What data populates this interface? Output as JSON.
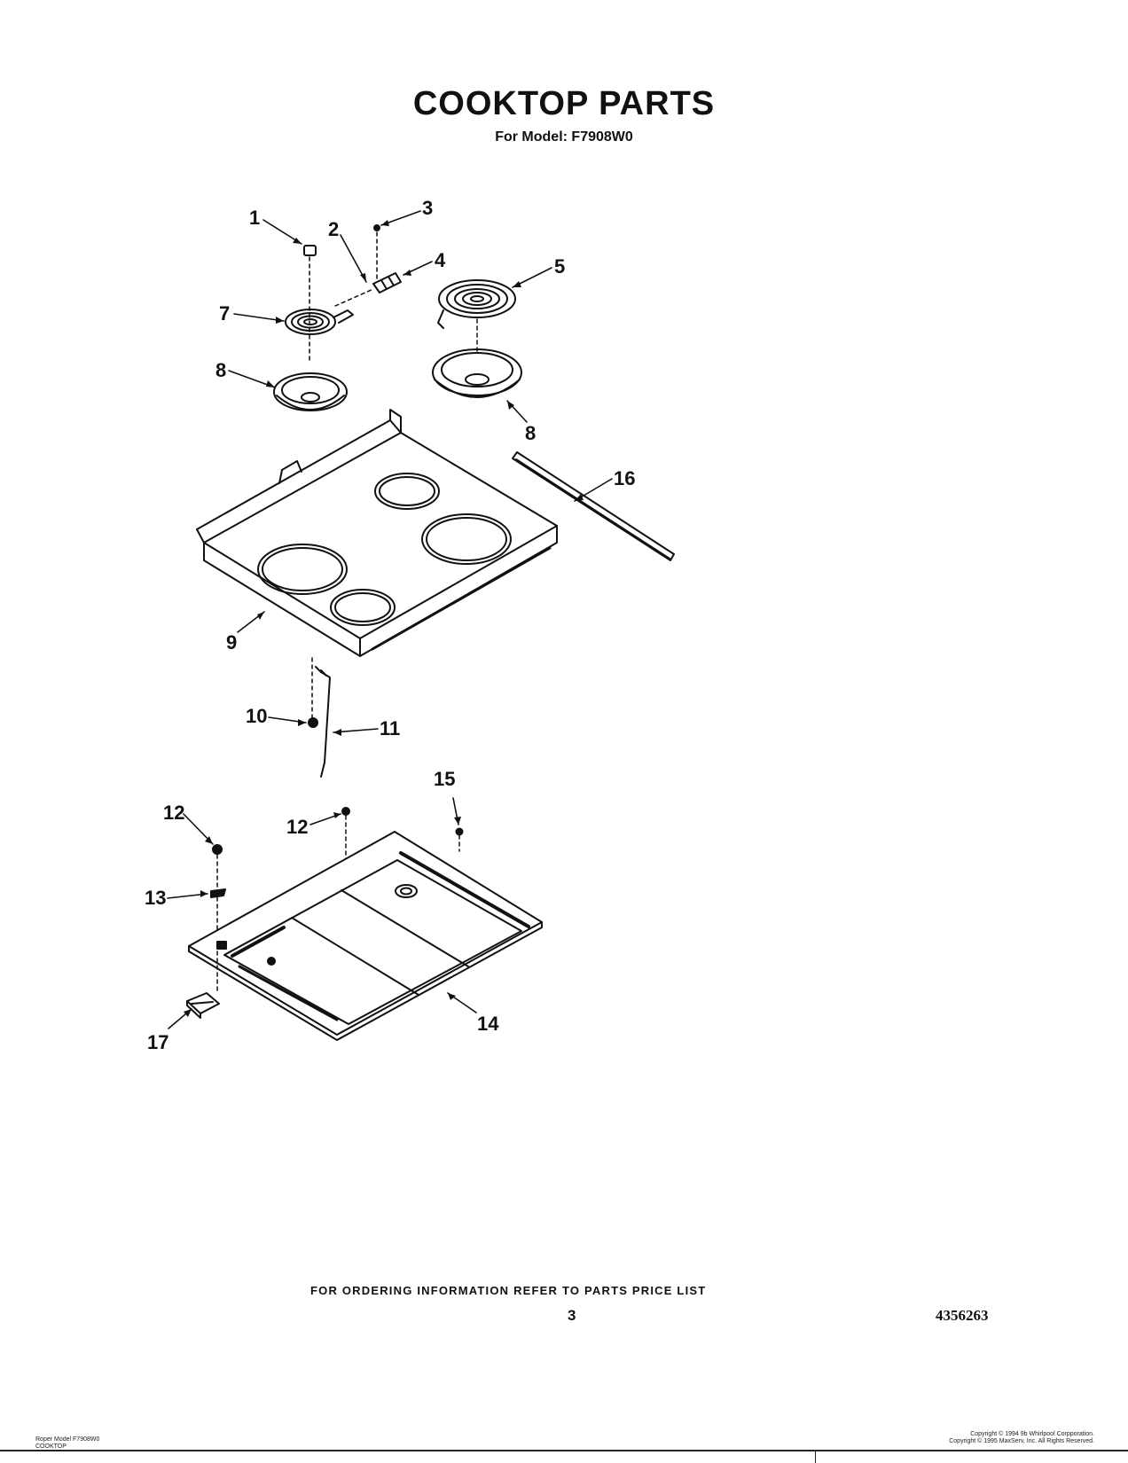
{
  "header": {
    "title": "COOKTOP PARTS",
    "subtitle": "For Model: F7908W0"
  },
  "callouts": {
    "c1": "1",
    "c2": "2",
    "c3": "3",
    "c4": "4",
    "c5": "5",
    "c7": "7",
    "c8a": "8",
    "c8b": "8",
    "c9": "9",
    "c10": "10",
    "c11": "11",
    "c12a": "12",
    "c12b": "12",
    "c13": "13",
    "c14": "14",
    "c15": "15",
    "c16": "16",
    "c17": "17"
  },
  "footer": {
    "ordering": "FOR ORDERING INFORMATION REFER TO PARTS PRICE LIST",
    "page_number": "3",
    "part_number": "4356263",
    "left_line1": "Roper Model F7908W0",
    "left_line2": "COOKTOP",
    "right_line1": "Copyright © 1994 9b Whirlpool Corpporation.",
    "right_line2": "Copyright © 1995 MaxServ, Inc. All Rights Reserved."
  }
}
